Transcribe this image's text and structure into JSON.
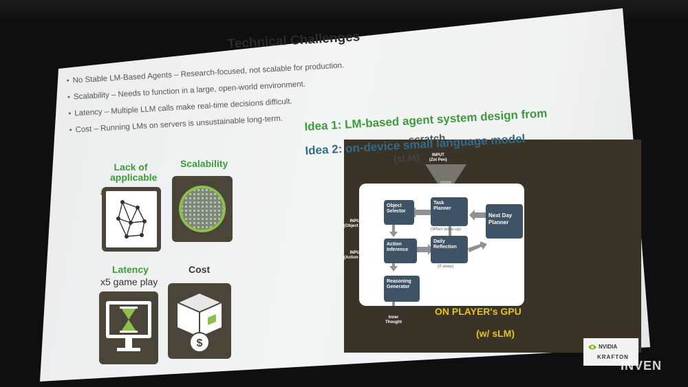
{
  "slide": {
    "title": "Technical Challenges",
    "bullets": [
      "No Stable LM-Based Agents – Research-focused, not scalable for production.",
      "Scalability – Needs to function in a large, open-world environment.",
      "Latency – Multiple LLM calls make real-time decisions difficult.",
      "Cost – Running LMs on servers is unsustainable long-term."
    ],
    "challenges": {
      "applicable": "Lack of applicable",
      "applicable_tail": "a",
      "scalability": "Scalability",
      "latency": "Latency",
      "latency_sub": "x5 game play",
      "cost": "Cost"
    },
    "ideas": {
      "idea1": "Idea 1: LM-based agent system design from",
      "idea1_overflow": "scratch",
      "idea2": "Idea 2: on-device small language model",
      "idea2_overflow": "(sLM)"
    }
  },
  "diagram": {
    "input_top": "INPUT\n(Zoi Pen)",
    "input_object": "INPUT\n(Object List)",
    "input_action": "INPUT\n(Action List)",
    "nodes": {
      "object_selector": "Object\nSelector",
      "task_planner": "Task\nPlanner",
      "next_day_planner": "Next Day\nPlanner",
      "action_inference": "Action\nInference",
      "daily_reflection": "Daily\nReflection",
      "reasoning_generator": "Reasoning\nGenerator"
    },
    "captions": {
      "when_wakeup": "(When wake-up)",
      "if_sleep": "(If sleep)"
    },
    "output": "Inner\nThought",
    "gpu_label": "ON PLAYER's GPU",
    "gpu_sub": "(w/ sLM)",
    "colors": {
      "background": "#3a3428",
      "node": "#3e5366",
      "highlight": "#e8c21a"
    }
  },
  "logos": {
    "nvidia": "NVIDIA",
    "krafton": "KRAFTON"
  },
  "watermark": "INVEN"
}
